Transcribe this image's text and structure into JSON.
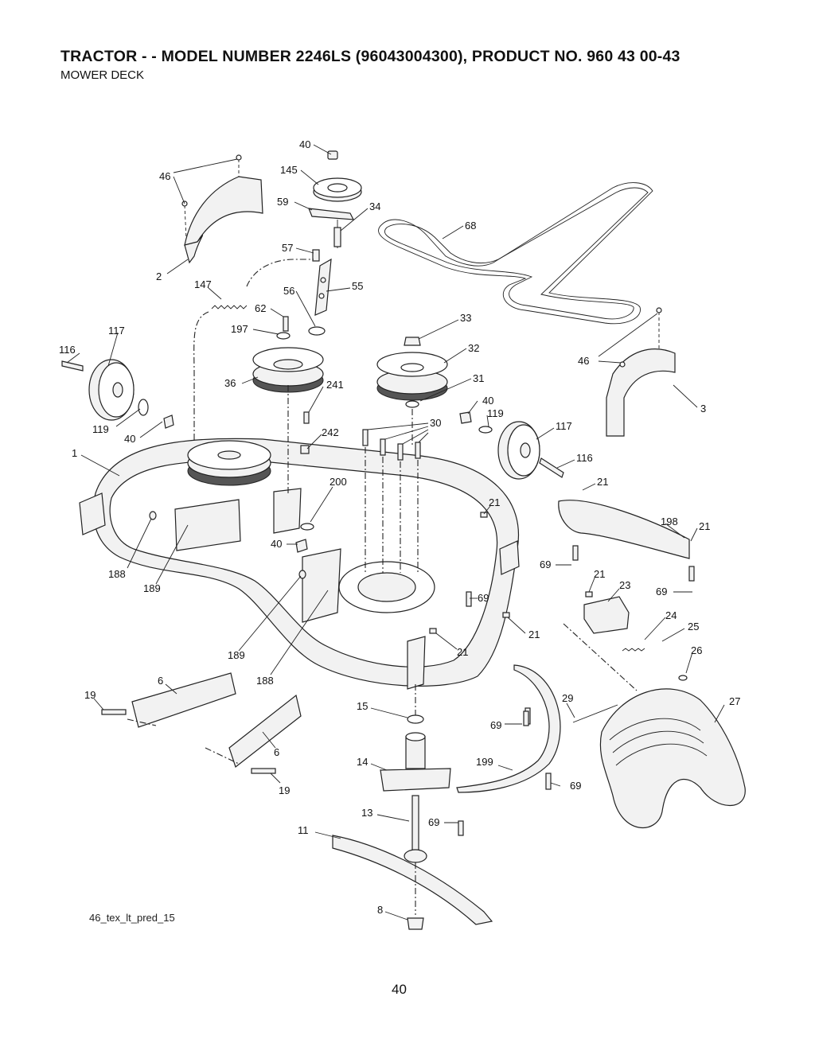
{
  "header": {
    "title": "TRACTOR - - MODEL NUMBER 2246LS (96043004300), PRODUCT NO. 960 43 00-43",
    "subtitle": "MOWER DECK"
  },
  "diagram": {
    "parts": [
      {
        "id": "c1",
        "label": "40"
      },
      {
        "id": "c2",
        "label": "46"
      },
      {
        "id": "c3",
        "label": "145"
      },
      {
        "id": "c4",
        "label": "59"
      },
      {
        "id": "c5",
        "label": "34"
      },
      {
        "id": "c6",
        "label": "68"
      },
      {
        "id": "c7",
        "label": "57"
      },
      {
        "id": "c8",
        "label": "2"
      },
      {
        "id": "c9",
        "label": "147"
      },
      {
        "id": "c10",
        "label": "56"
      },
      {
        "id": "c11",
        "label": "55"
      },
      {
        "id": "c12",
        "label": "62"
      },
      {
        "id": "c13",
        "label": "197"
      },
      {
        "id": "c14",
        "label": "117"
      },
      {
        "id": "c15",
        "label": "116"
      },
      {
        "id": "c16",
        "label": "33"
      },
      {
        "id": "c17",
        "label": "32"
      },
      {
        "id": "c18",
        "label": "46"
      },
      {
        "id": "c19",
        "label": "36"
      },
      {
        "id": "c20",
        "label": "241"
      },
      {
        "id": "c21",
        "label": "31"
      },
      {
        "id": "c22",
        "label": "3"
      },
      {
        "id": "c23",
        "label": "40"
      },
      {
        "id": "c24",
        "label": "119"
      },
      {
        "id": "c25",
        "label": "119"
      },
      {
        "id": "c26",
        "label": "30"
      },
      {
        "id": "c27",
        "label": "117"
      },
      {
        "id": "c28",
        "label": "40"
      },
      {
        "id": "c29",
        "label": "242"
      },
      {
        "id": "c30",
        "label": "1"
      },
      {
        "id": "c31",
        "label": "116"
      },
      {
        "id": "c32",
        "label": "21"
      },
      {
        "id": "c33",
        "label": "200"
      },
      {
        "id": "c34",
        "label": "21"
      },
      {
        "id": "c35",
        "label": "198"
      },
      {
        "id": "c36",
        "label": "21"
      },
      {
        "id": "c37",
        "label": "40"
      },
      {
        "id": "c38",
        "label": "69"
      },
      {
        "id": "c39",
        "label": "21"
      },
      {
        "id": "c40",
        "label": "23"
      },
      {
        "id": "c41",
        "label": "188"
      },
      {
        "id": "c42",
        "label": "69"
      },
      {
        "id": "c43",
        "label": "189"
      },
      {
        "id": "c44",
        "label": "69"
      },
      {
        "id": "c45",
        "label": "24"
      },
      {
        "id": "c46",
        "label": "25"
      },
      {
        "id": "c47",
        "label": "21"
      },
      {
        "id": "c48",
        "label": "21"
      },
      {
        "id": "c49",
        "label": "26"
      },
      {
        "id": "c50",
        "label": "189"
      },
      {
        "id": "c51",
        "label": "6"
      },
      {
        "id": "c52",
        "label": "188"
      },
      {
        "id": "c53",
        "label": "19"
      },
      {
        "id": "c54",
        "label": "29"
      },
      {
        "id": "c55",
        "label": "27"
      },
      {
        "id": "c56",
        "label": "15"
      },
      {
        "id": "c57",
        "label": "69"
      },
      {
        "id": "c58",
        "label": "6"
      },
      {
        "id": "c59",
        "label": "14"
      },
      {
        "id": "c60",
        "label": "199"
      },
      {
        "id": "c61",
        "label": "69"
      },
      {
        "id": "c62",
        "label": "19"
      },
      {
        "id": "c63",
        "label": "13"
      },
      {
        "id": "c64",
        "label": "69"
      },
      {
        "id": "c65",
        "label": "11"
      },
      {
        "id": "c66",
        "label": "8"
      }
    ]
  },
  "footer": {
    "drawing_code": "46_tex_lt_pred_15",
    "page_number": "40"
  }
}
